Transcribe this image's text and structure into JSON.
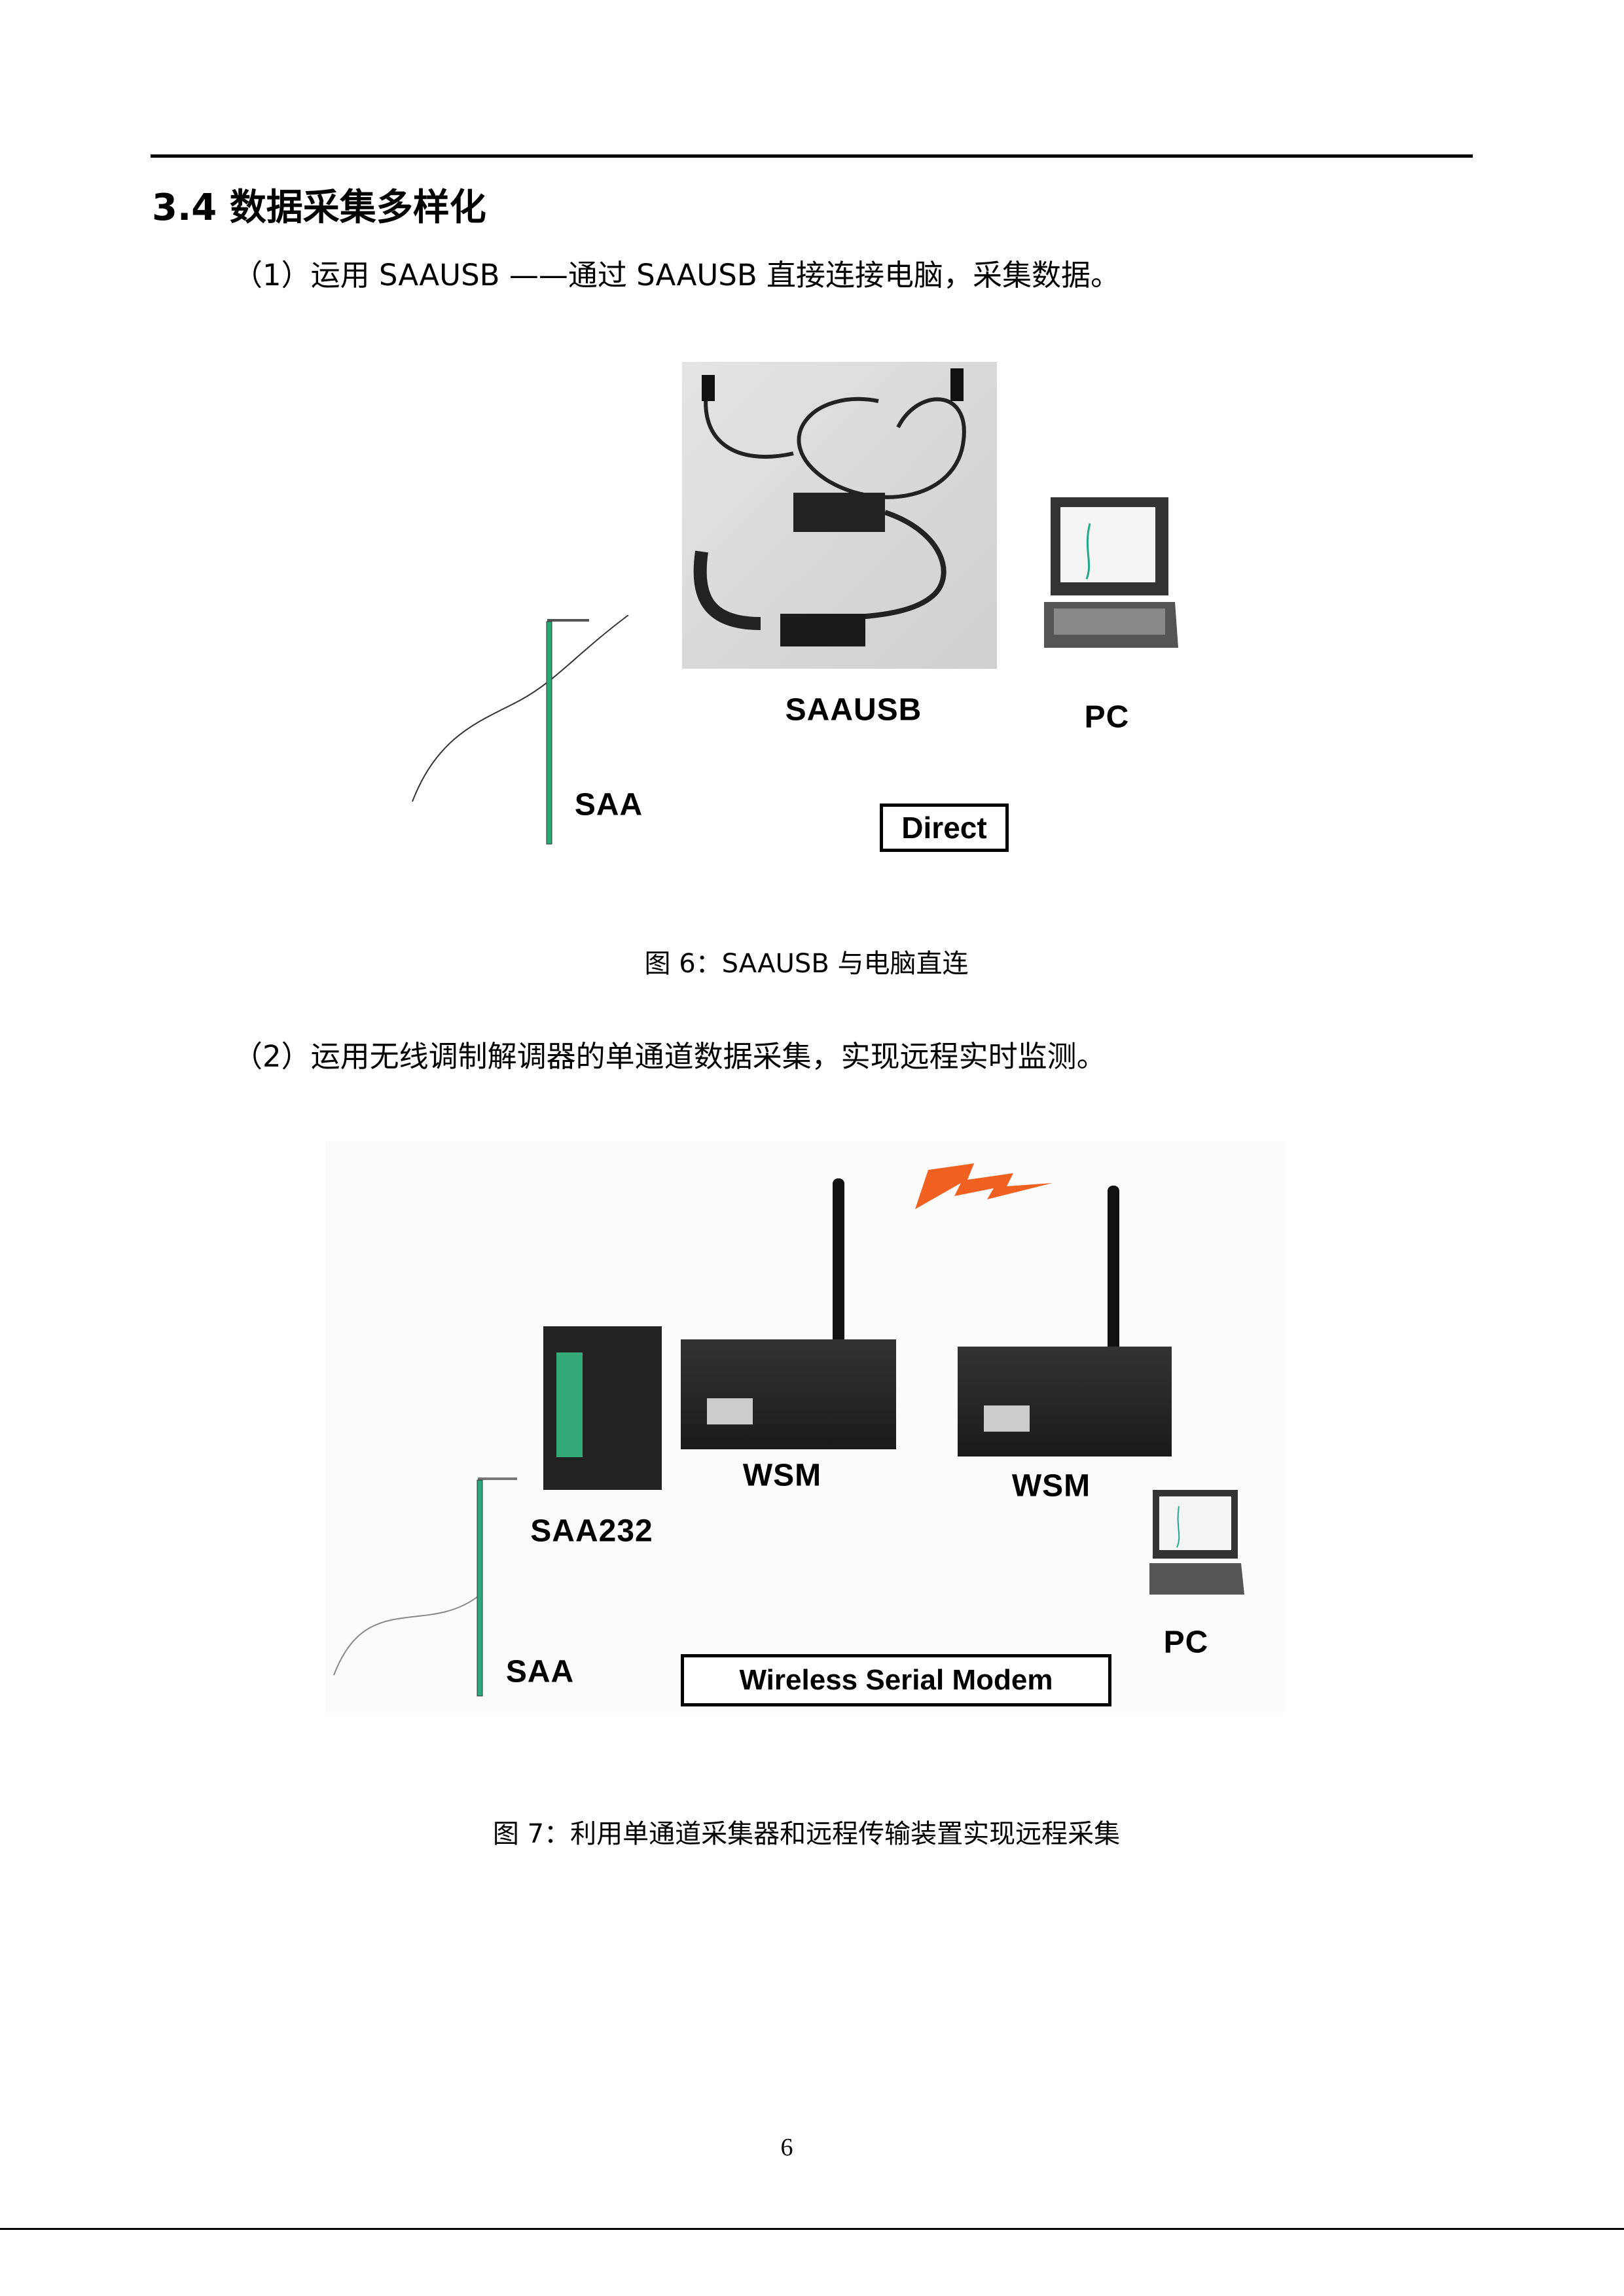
{
  "section": {
    "heading": "3.4 数据采集多样化",
    "item1": "（1）运用 SAAUSB ——通过 SAAUSB 直接连接电脑，采集数据。",
    "item2": "（2）运用无线调制解调器的单通道数据采集，实现远程实时监测。"
  },
  "figure6": {
    "labels": {
      "saausb": "SAAUSB",
      "pc": "PC",
      "saa": "SAA",
      "direct": "Direct"
    },
    "caption": "图 6：SAAUSB 与电脑直连"
  },
  "figure7": {
    "labels": {
      "wsm1": "WSM",
      "wsm2": "WSM",
      "saa232": "SAA232",
      "pc": "PC",
      "saa": "SAA",
      "modem": "Wireless Serial Modem"
    },
    "caption": "图 7：利用单通道采集器和远程传输装置实现远程采集"
  },
  "page_number": "6"
}
